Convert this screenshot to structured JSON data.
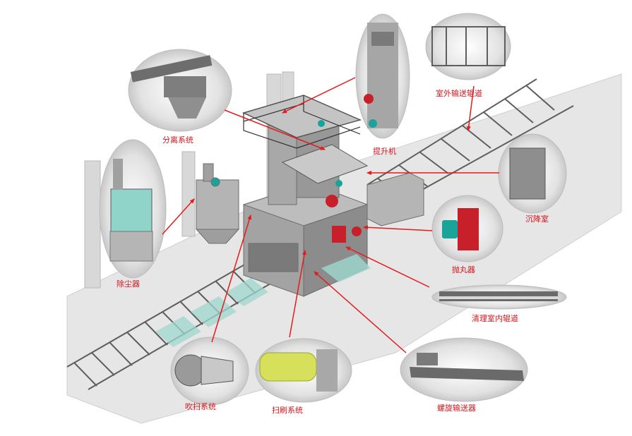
{
  "colors": {
    "label": "#d4141c",
    "arrow": "#e41b1b",
    "floor": "#e3e3e3",
    "machine": "#9d9d9d",
    "rail": "#5e5e5e",
    "glass": "#8fd3c9",
    "motor": "#1aa39a",
    "red_part": "#c8202a",
    "bubble_bg": "#d2d2d2"
  },
  "labels": {
    "separation": "分离系统",
    "elevator": "提升机",
    "outdoor_roller": "室外输送辊道",
    "dust_collector": "除尘器",
    "settling_chamber": "沉降室",
    "shot_blaster": "抛丸器",
    "indoor_roller": "清理室内辊道",
    "blowing": "吹扫系统",
    "brushing": "扫刷系统",
    "screw_conveyor": "螺旋输送器"
  }
}
